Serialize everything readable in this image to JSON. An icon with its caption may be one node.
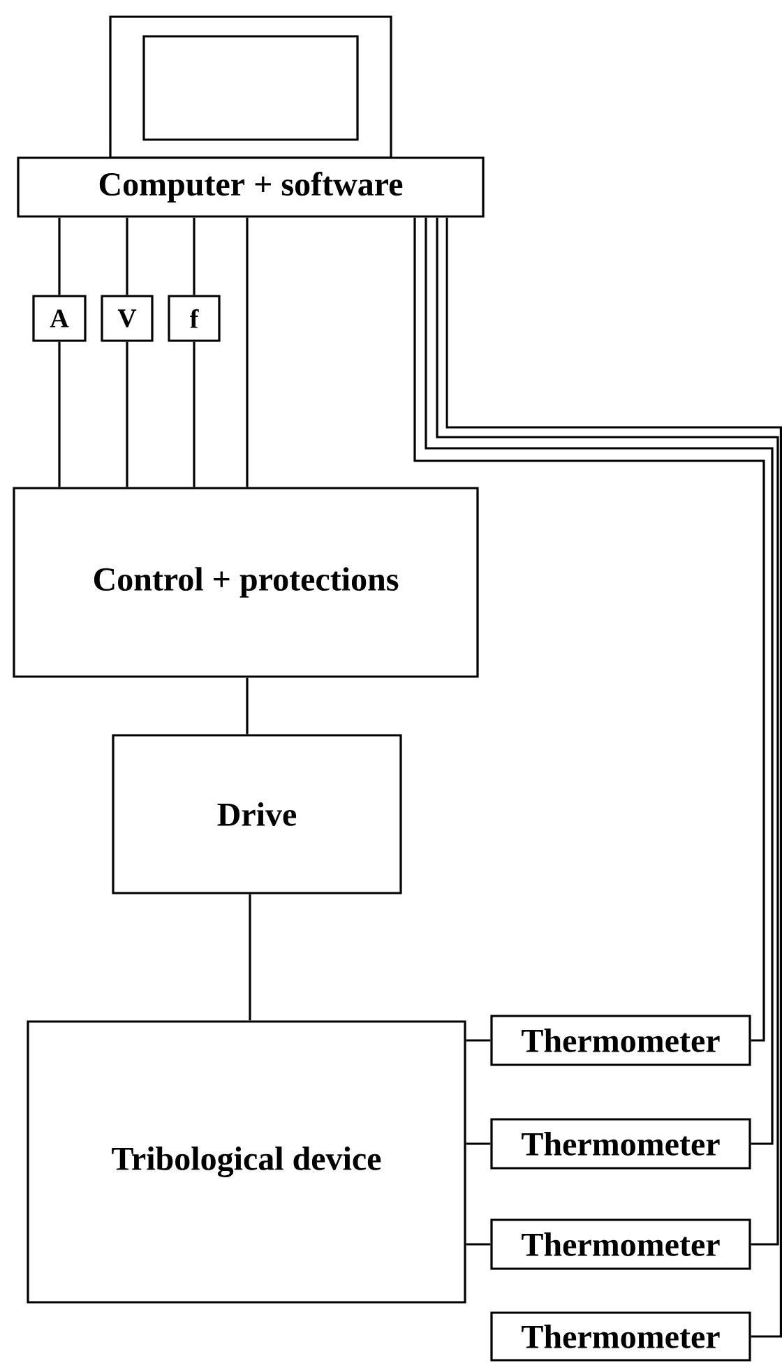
{
  "diagram": {
    "nodes": [
      {
        "text": [
          "Computer + software"
        ]
      },
      {
        "text": [
          "A"
        ]
      },
      {
        "text": [
          "V"
        ]
      },
      {
        "text": [
          "f"
        ]
      },
      {
        "text": [
          "Control + protections"
        ]
      },
      {
        "text": [
          "Drive"
        ]
      },
      {
        "text": [
          "Tribological device"
        ]
      },
      {
        "text": [
          "Thermometer"
        ]
      },
      {
        "text": [
          "Thermometer"
        ]
      },
      {
        "text": [
          "Thermometer"
        ]
      },
      {
        "text": [
          "Thermometer"
        ]
      }
    ],
    "edges": [
      {
        "from": 0,
        "to": 1,
        "arrow": "none"
      },
      {
        "from": 1,
        "to": 4,
        "arrow": "none"
      },
      {
        "from": 0,
        "to": 2,
        "arrow": "none"
      },
      {
        "from": 2,
        "to": 4,
        "arrow": "none"
      },
      {
        "from": 0,
        "to": 3,
        "arrow": "none"
      },
      {
        "from": 3,
        "to": 4,
        "arrow": "none"
      },
      {
        "from": 0,
        "to": 4,
        "arrow": "none"
      },
      {
        "from": 4,
        "to": 5,
        "arrow": "none"
      },
      {
        "from": 5,
        "to": 6,
        "arrow": "none"
      },
      {
        "from": 6,
        "to": 7,
        "arrow": "none"
      },
      {
        "from": 6,
        "to": 8,
        "arrow": "none"
      },
      {
        "from": 6,
        "to": 9,
        "arrow": "none"
      },
      {
        "from": 0,
        "to": 7,
        "arrow": "none"
      },
      {
        "from": 0,
        "to": 8,
        "arrow": "none"
      },
      {
        "from": 0,
        "to": 9,
        "arrow": "none"
      },
      {
        "from": 0,
        "to": 10,
        "arrow": "none"
      }
    ]
  }
}
